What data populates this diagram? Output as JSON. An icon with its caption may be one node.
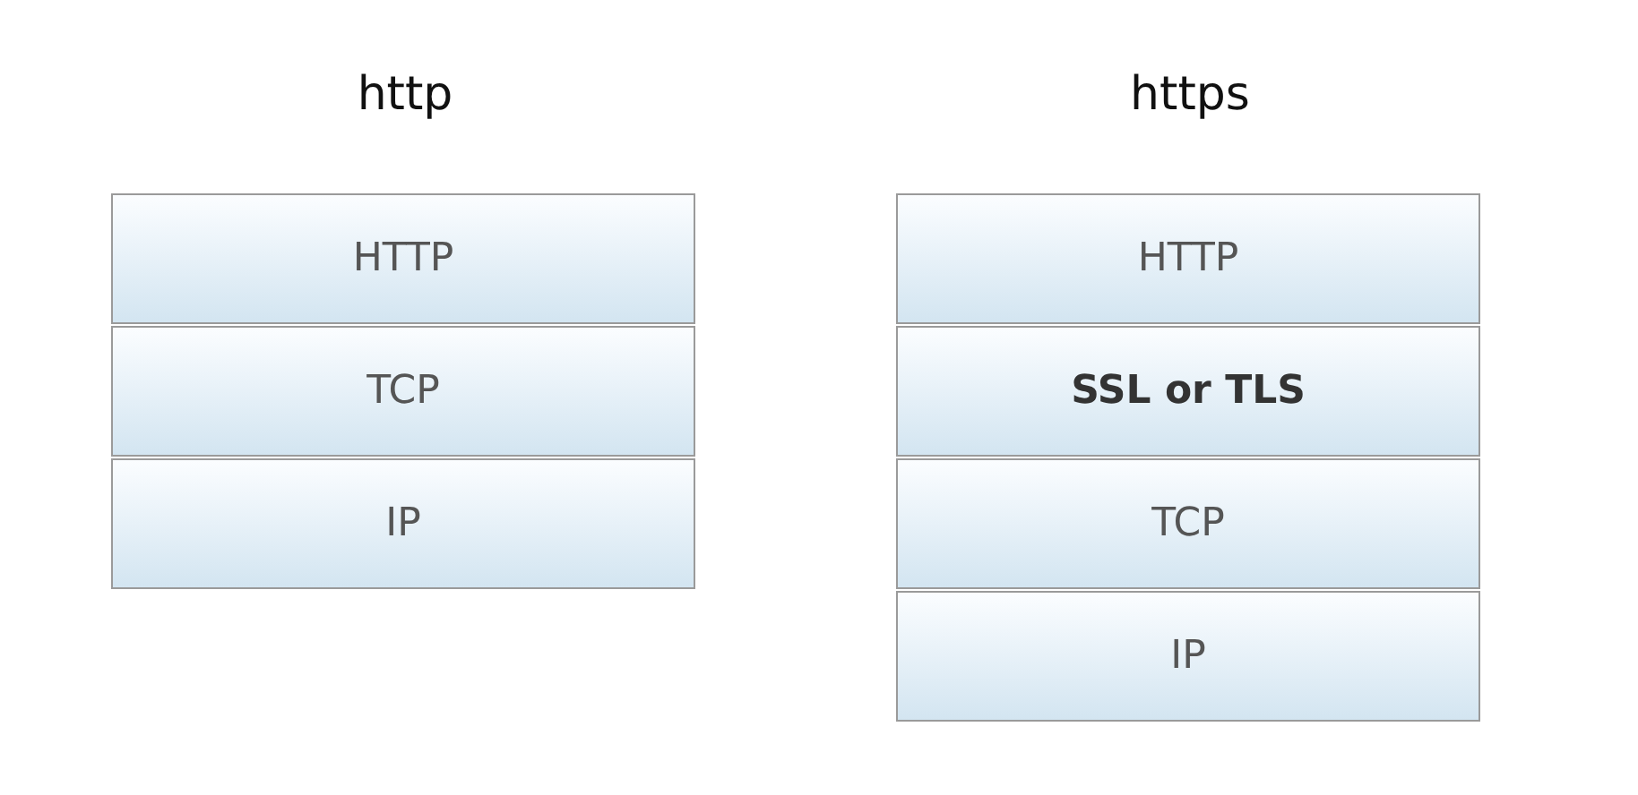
{
  "diagram": {
    "nodes": [
      {
        "text": [
          "http"
        ]
      },
      {
        "text": [
          "HTTP"
        ],
        "in": 0
      },
      {
        "text": [
          "TCP"
        ],
        "in": 0
      },
      {
        "text": [
          "IP"
        ],
        "in": 0
      },
      {
        "text": [
          "https"
        ]
      },
      {
        "text": [
          "HTTP"
        ],
        "in": 4
      },
      {
        "text": [
          "SSL or TLS"
        ],
        "in": 4
      },
      {
        "text": [
          "TCP"
        ],
        "in": 4
      },
      {
        "text": [
          "IP"
        ],
        "in": 4
      }
    ],
    "edges": []
  }
}
